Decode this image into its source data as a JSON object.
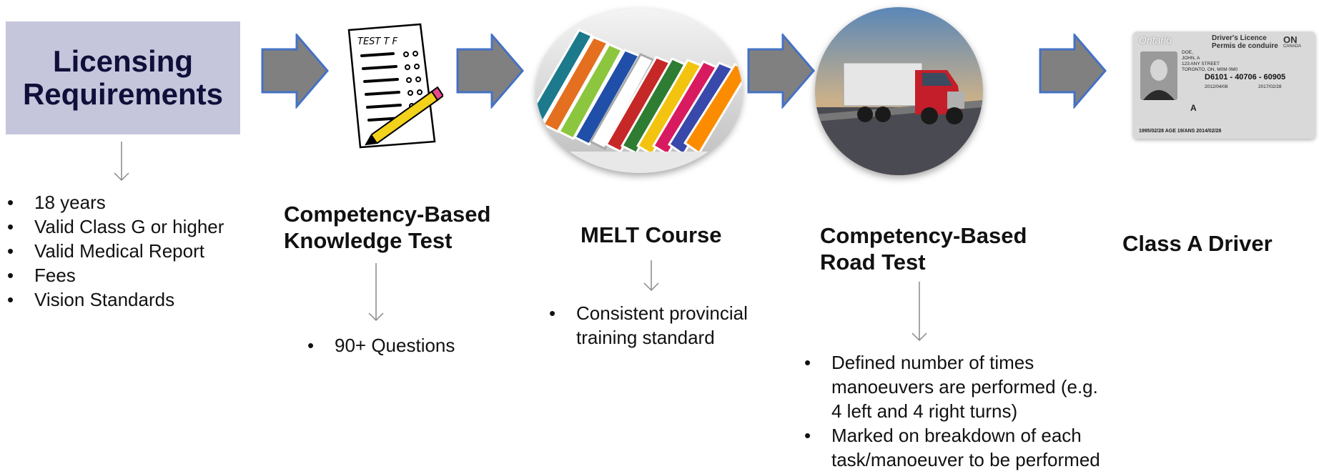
{
  "licensing": {
    "title_line1": "Licensing",
    "title_line2": "Requirements",
    "bullets": [
      "18 years",
      "Valid Class G or higher",
      "Valid Medical Report",
      "Fees",
      "Vision Standards"
    ]
  },
  "knowledge_test": {
    "title_line1": "Competency-Based",
    "title_line2": "Knowledge Test",
    "bullets": [
      "90+ Questions"
    ],
    "paper_header": "TEST   T F"
  },
  "melt": {
    "title": "MELT Course",
    "bullet_line1": "Consistent provincial",
    "bullet_line2": "training standard"
  },
  "road_test": {
    "title_line1": "Competency-Based",
    "title_line2": "Road Test",
    "bullet1_line1": "Defined number of times",
    "bullet1_line2": "manoeuvers are performed (e.g.",
    "bullet1_line3": "4 left and 4 right turns)",
    "bullet2_line1": "Marked  on breakdown of each",
    "bullet2_line2": "task/manoeuver to be performed"
  },
  "class_a": {
    "title": "Class A Driver",
    "card": {
      "province": "Ontario",
      "header_en": "Driver's Licence",
      "header_fr": "Permis de conduire",
      "code": "ON",
      "country": "CANADA",
      "name1": "DOE,",
      "name2": "JOHN, A",
      "address1": "123 ANY STREET",
      "address2": "TORONTO, ON, M0M 0M0",
      "number": "D6101 - 40706 - 60905",
      "issued": "2012/04/08",
      "expiry": "2017/02/28",
      "dob_line": "1995/02/28  AGE 19/ANS 2014/02/28",
      "klass": "A"
    }
  },
  "colors": {
    "box": "#c5c5dc",
    "arrow_fill": "#808080",
    "arrow_outline": "#4472c4"
  }
}
